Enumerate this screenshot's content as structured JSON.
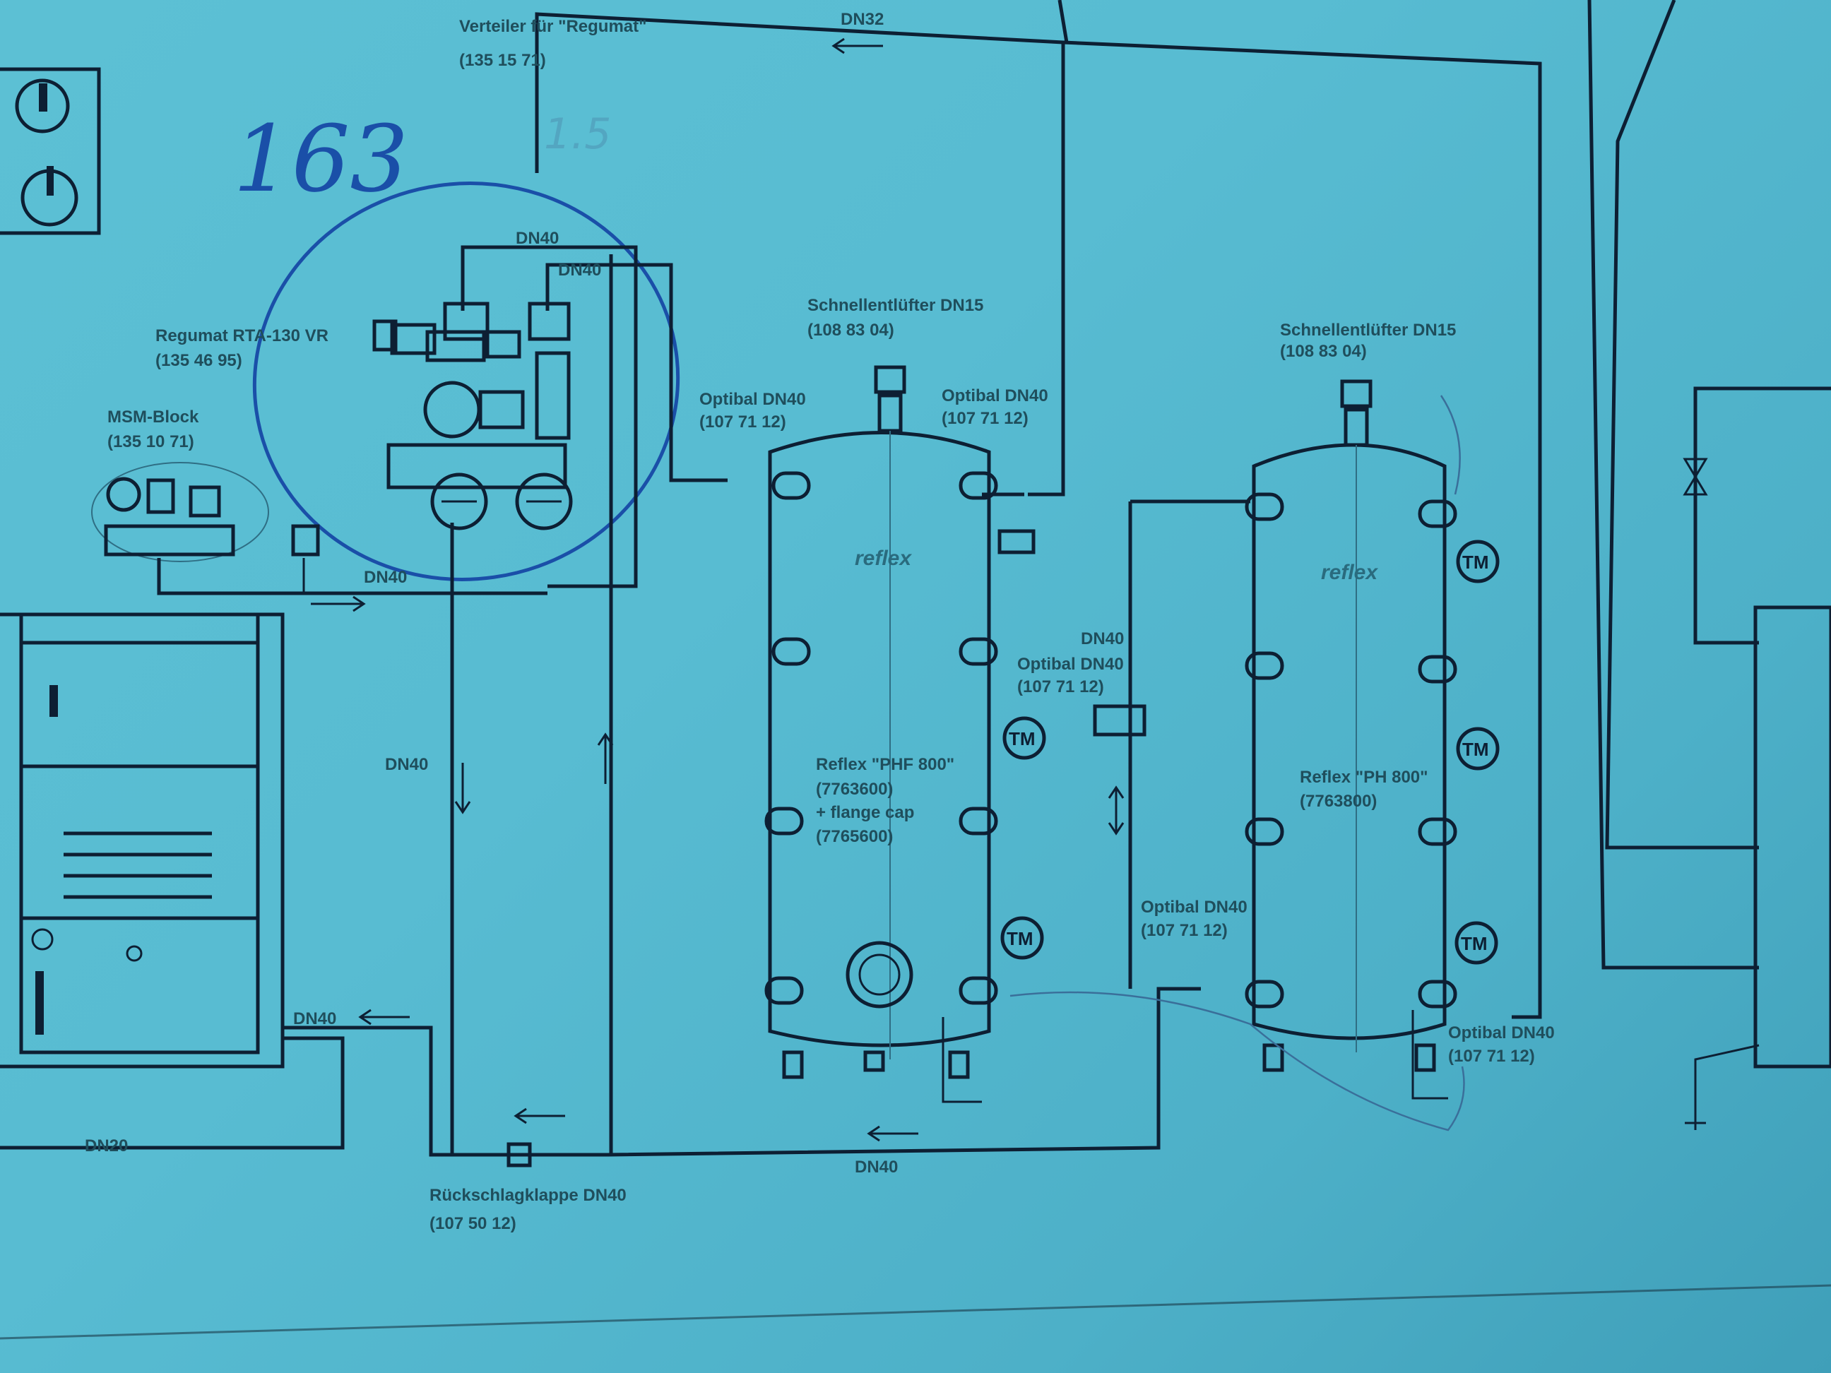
{
  "diagram": {
    "handwritten_number": "163",
    "handwritten_note": "1.5",
    "labels": {
      "verteiler": {
        "line1": "Verteiler für \"Regumat\"",
        "line2": "(135 15 71)"
      },
      "dn32_top": "DN32",
      "regumat": {
        "line1": "Regumat RTA-130 VR",
        "line2": "(135 46 95)"
      },
      "msm_block": {
        "line1": "MSM-Block",
        "line2": "(135 10 71)"
      },
      "dn40_regumat_top": "DN40",
      "dn40_regumat_right": "DN40",
      "dn40_flow": "DN40",
      "dn40_return_vertical": "DN40",
      "dn40_boiler_return": "DN40",
      "dn20": "DN20",
      "dn40_bottom": "DN40",
      "dn40_middle": "DN40",
      "schnellentluefter_1": {
        "line1": "Schnellentlüfter DN15",
        "line2": "(108 83 04)"
      },
      "schnellentluefter_2": {
        "line1": "Schnellentlüfter DN15",
        "line2": "(108 83 04)"
      },
      "optibal_1": {
        "line1": "Optibal DN40",
        "line2": "(107 71 12)"
      },
      "optibal_2": {
        "line1": "Optibal DN40",
        "line2": "(107 71 12)"
      },
      "optibal_3": {
        "line1": "Optibal DN40",
        "line2": "(107 71 12)"
      },
      "optibal_4": {
        "line1": "Optibal DN40",
        "line2": "(107 71 12)"
      },
      "optibal_5": {
        "line1": "Optibal DN40",
        "line2": "(107 71 12)"
      },
      "tank1": {
        "line1": "Reflex \"PHF 800\"",
        "line2": "(7763600)",
        "line3": "+ flange cap",
        "line4": "(7765600)"
      },
      "tank2": {
        "line1": "Reflex \"PH 800\"",
        "line2": "(7763800)"
      },
      "rueckschlagklappe": {
        "line1": "Rückschlagklappe DN40",
        "line2": "(107 50 12)"
      },
      "tank_brand": "reflex",
      "tm": "TM"
    }
  }
}
